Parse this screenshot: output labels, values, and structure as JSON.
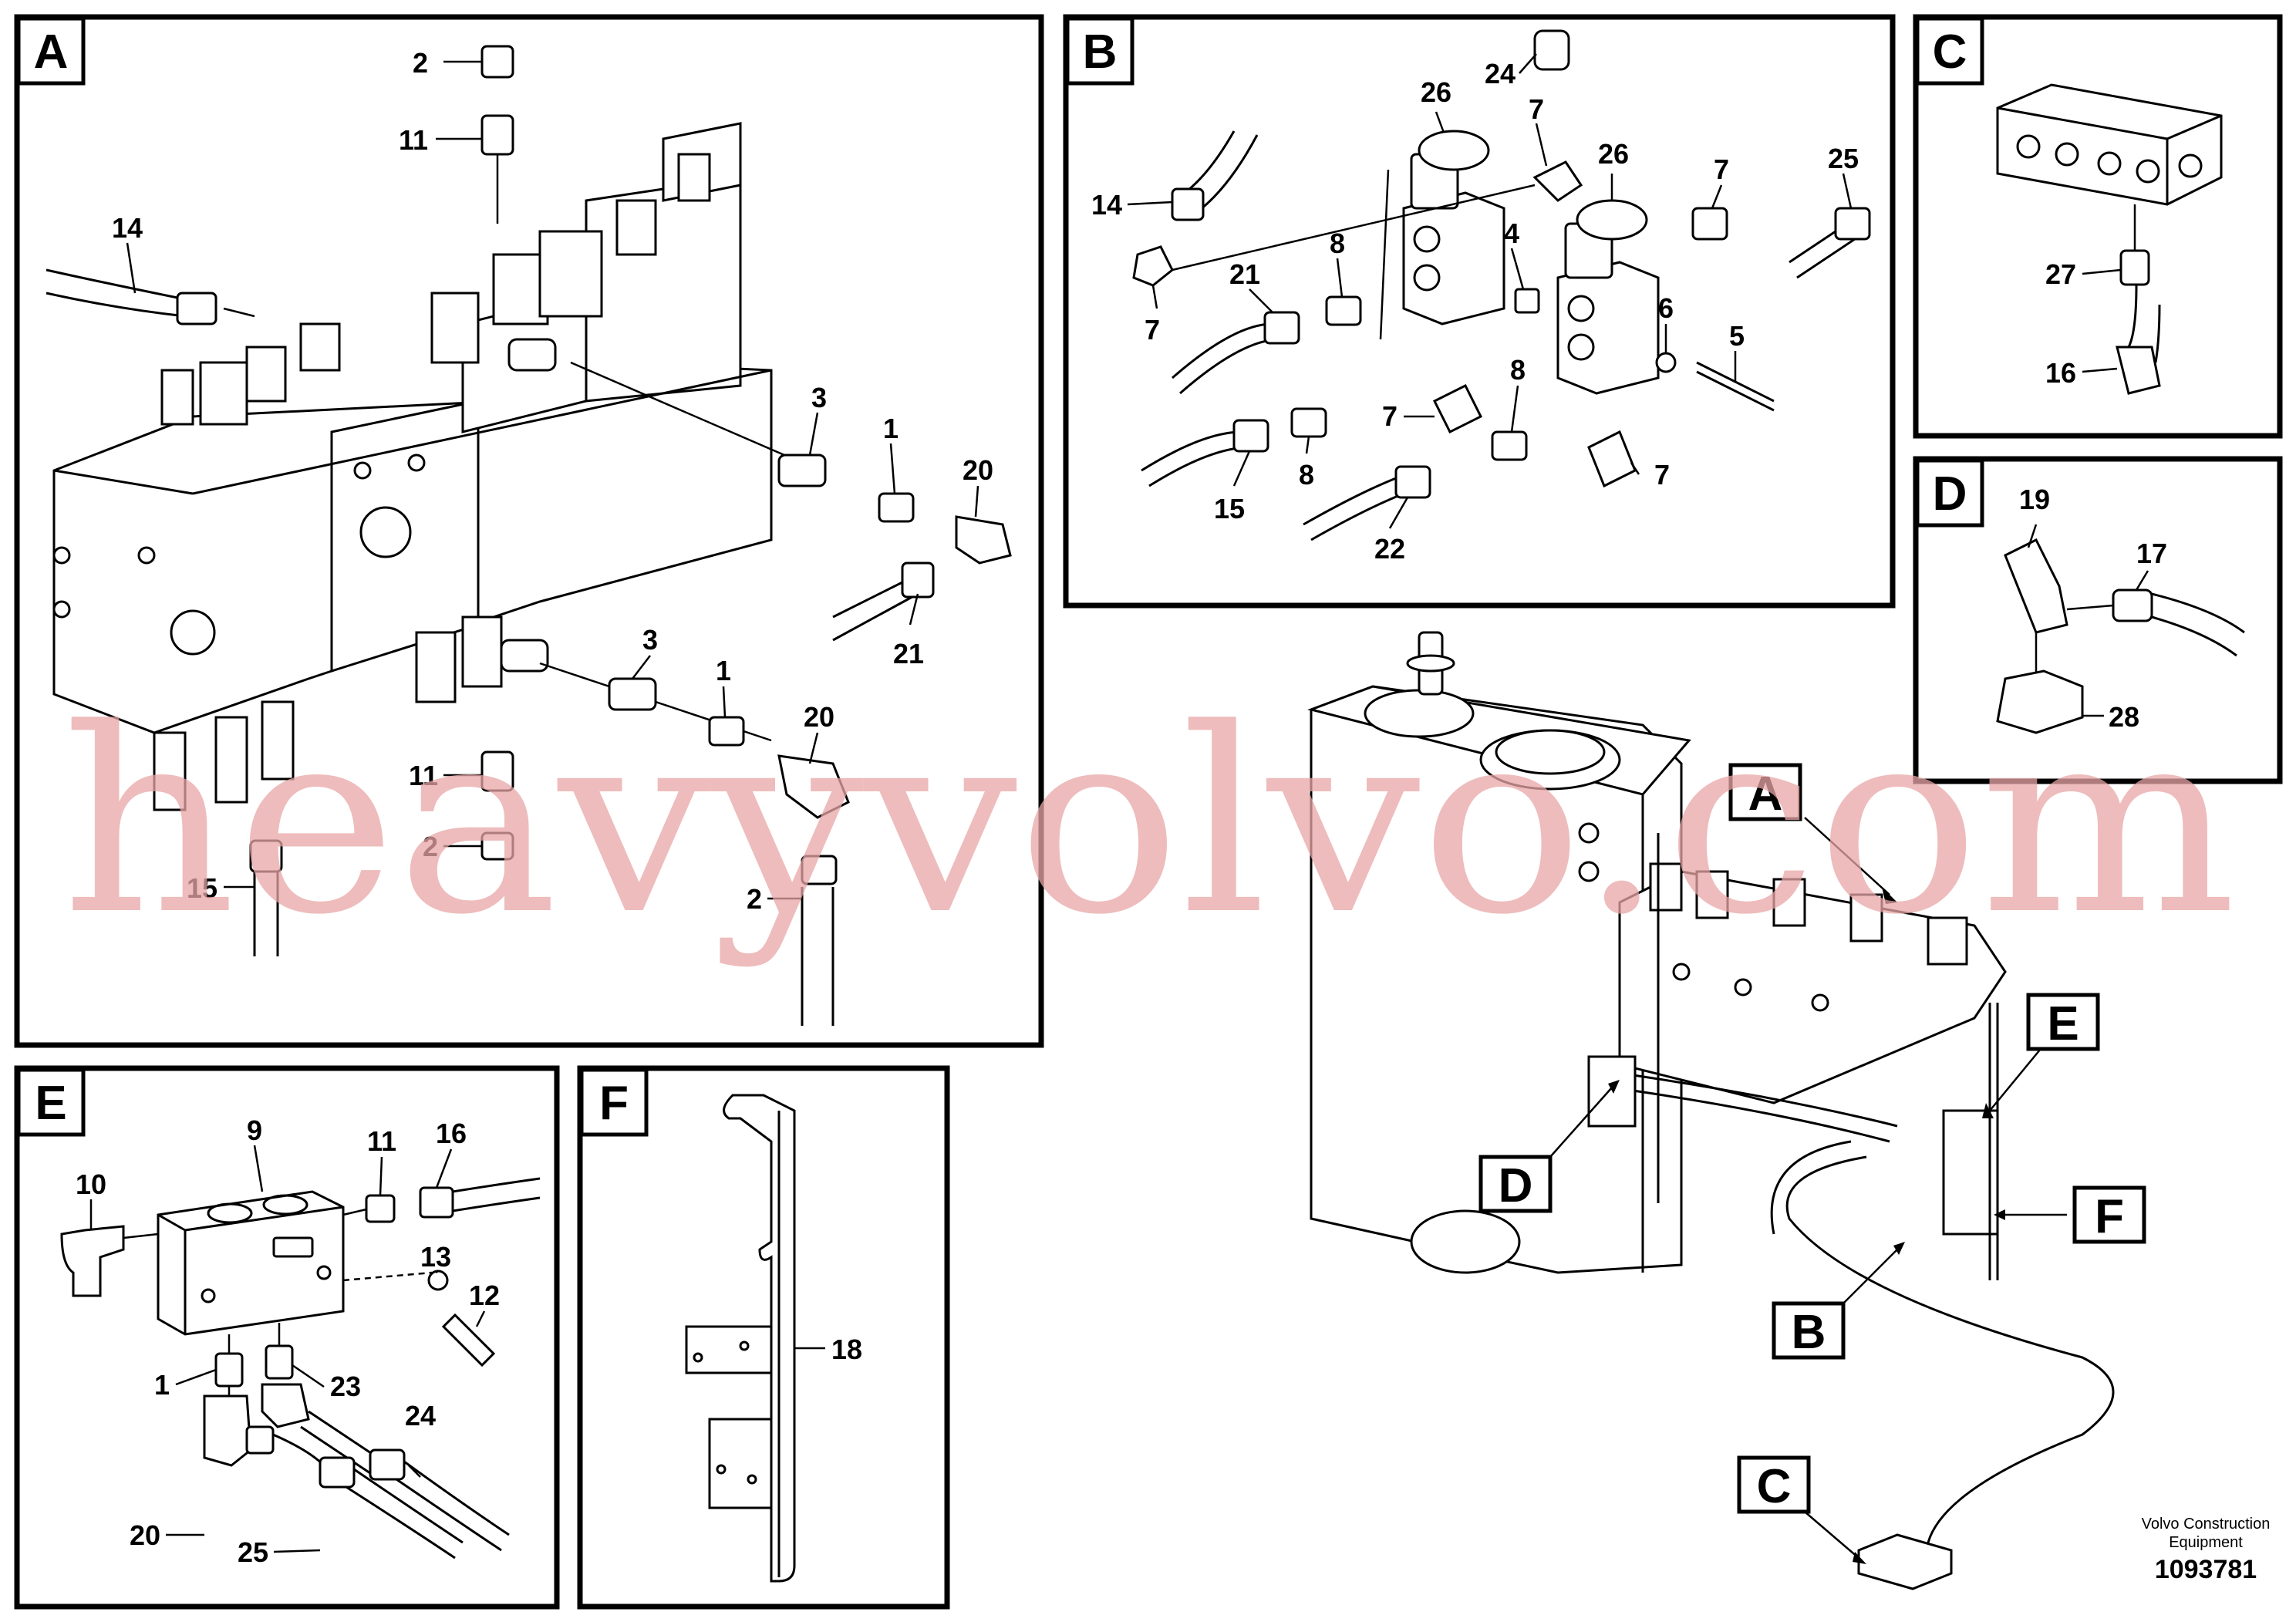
{
  "panels": {
    "A": {
      "letter": "A",
      "callouts": [
        "2",
        "11",
        "14",
        "3",
        "1",
        "20",
        "21",
        "3",
        "1",
        "20",
        "11",
        "2",
        "15",
        "2"
      ]
    },
    "B": {
      "letter": "B",
      "callouts": [
        "24",
        "26",
        "7",
        "26",
        "7",
        "25",
        "14",
        "8",
        "21",
        "4",
        "7",
        "6",
        "5",
        "8",
        "7",
        "8",
        "15",
        "22",
        "7",
        "7"
      ]
    },
    "C": {
      "letter": "C",
      "callouts": [
        "27",
        "16"
      ]
    },
    "D": {
      "letter": "D",
      "callouts": [
        "19",
        "17",
        "28"
      ]
    },
    "E": {
      "letter": "E",
      "callouts": [
        "9",
        "11",
        "16",
        "10",
        "13",
        "12",
        "1",
        "23",
        "24",
        "20",
        "25"
      ]
    },
    "F": {
      "letter": "F",
      "callouts": [
        "18"
      ]
    }
  },
  "overview_tags": [
    "A",
    "E",
    "D",
    "F",
    "B",
    "C"
  ],
  "watermark": "heavyvolvo.com",
  "footer": {
    "credit_line1": "Volvo Construction",
    "credit_line2": "Equipment",
    "doc_number": "1093781"
  }
}
